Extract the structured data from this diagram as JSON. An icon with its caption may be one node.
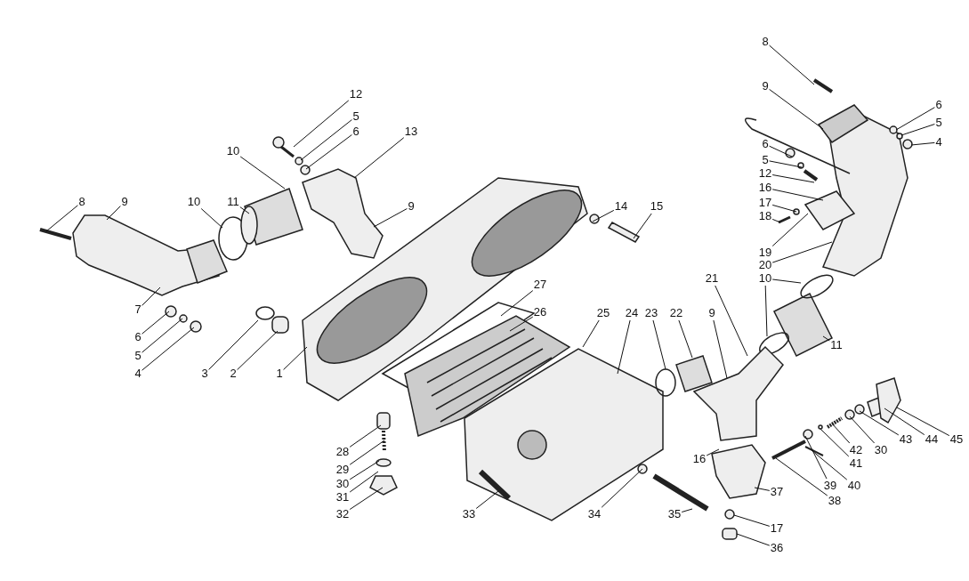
{
  "diagram": {
    "nodes": [
      {
        "text": [
          "12"
        ]
      },
      {
        "text": [
          "5"
        ]
      },
      {
        "text": [
          "6"
        ]
      },
      {
        "text": [
          "13"
        ]
      },
      {
        "text": [
          "10"
        ]
      },
      {
        "text": [
          "8"
        ]
      },
      {
        "text": [
          "9"
        ]
      },
      {
        "text": [
          "10"
        ]
      },
      {
        "text": [
          "11"
        ]
      },
      {
        "text": [
          "9"
        ]
      },
      {
        "text": [
          "7"
        ]
      },
      {
        "text": [
          "6"
        ]
      },
      {
        "text": [
          "5"
        ]
      },
      {
        "text": [
          "4"
        ]
      },
      {
        "text": [
          "3"
        ]
      },
      {
        "text": [
          "2"
        ]
      },
      {
        "text": [
          "1"
        ]
      },
      {
        "text": [
          "8"
        ]
      },
      {
        "text": [
          "9"
        ]
      },
      {
        "text": [
          "6"
        ]
      },
      {
        "text": [
          "5"
        ]
      },
      {
        "text": [
          "4"
        ]
      },
      {
        "text": [
          "6"
        ]
      },
      {
        "text": [
          "5"
        ]
      },
      {
        "text": [
          "12"
        ]
      },
      {
        "text": [
          "16"
        ]
      },
      {
        "text": [
          "17"
        ]
      },
      {
        "text": [
          "18"
        ]
      },
      {
        "text": [
          "14"
        ]
      },
      {
        "text": [
          "15"
        ]
      },
      {
        "text": [
          "19"
        ]
      },
      {
        "text": [
          "20"
        ]
      },
      {
        "text": [
          "10"
        ]
      },
      {
        "text": [
          "21"
        ]
      },
      {
        "text": [
          "27"
        ]
      },
      {
        "text": [
          "26"
        ]
      },
      {
        "text": [
          "25"
        ]
      },
      {
        "text": [
          "24"
        ]
      },
      {
        "text": [
          "23"
        ]
      },
      {
        "text": [
          "22"
        ]
      },
      {
        "text": [
          "9"
        ]
      },
      {
        "text": [
          "11"
        ]
      },
      {
        "text": [
          "28"
        ]
      },
      {
        "text": [
          "29"
        ]
      },
      {
        "text": [
          "30"
        ]
      },
      {
        "text": [
          "31"
        ]
      },
      {
        "text": [
          "32"
        ]
      },
      {
        "text": [
          "33"
        ]
      },
      {
        "text": [
          "34"
        ]
      },
      {
        "text": [
          "35"
        ]
      },
      {
        "text": [
          "16"
        ]
      },
      {
        "text": [
          "37"
        ]
      },
      {
        "text": [
          "17"
        ]
      },
      {
        "text": [
          "36"
        ]
      },
      {
        "text": [
          "38"
        ]
      },
      {
        "text": [
          "39"
        ]
      },
      {
        "text": [
          "40"
        ]
      },
      {
        "text": [
          "41"
        ]
      },
      {
        "text": [
          "42"
        ]
      },
      {
        "text": [
          "30"
        ]
      },
      {
        "text": [
          "43"
        ]
      },
      {
        "text": [
          "44"
        ]
      },
      {
        "text": [
          "45"
        ]
      }
    ],
    "edges": [
      {
        "from": 0,
        "to": null,
        "arrow": "none"
      },
      {
        "from": 1,
        "to": null,
        "arrow": "none"
      },
      {
        "from": 2,
        "to": null,
        "arrow": "none"
      },
      {
        "from": 3,
        "to": null,
        "arrow": "none"
      },
      {
        "from": 4,
        "to": null,
        "arrow": "none"
      },
      {
        "from": 5,
        "to": null,
        "arrow": "none"
      },
      {
        "from": 6,
        "to": null,
        "arrow": "none"
      },
      {
        "from": 7,
        "to": null,
        "arrow": "none"
      },
      {
        "from": 8,
        "to": null,
        "arrow": "none"
      },
      {
        "from": 9,
        "to": null,
        "arrow": "none"
      },
      {
        "from": 10,
        "to": null,
        "arrow": "none"
      },
      {
        "from": 11,
        "to": null,
        "arrow": "none"
      },
      {
        "from": 12,
        "to": null,
        "arrow": "none"
      },
      {
        "from": 13,
        "to": null,
        "arrow": "none"
      },
      {
        "from": 14,
        "to": null,
        "arrow": "none"
      },
      {
        "from": 15,
        "to": null,
        "arrow": "none"
      },
      {
        "from": 16,
        "to": null,
        "arrow": "none"
      },
      {
        "from": 17,
        "to": null,
        "arrow": "none"
      },
      {
        "from": 18,
        "to": null,
        "arrow": "none"
      },
      {
        "from": 19,
        "to": null,
        "arrow": "none"
      },
      {
        "from": 20,
        "to": null,
        "arrow": "none"
      },
      {
        "from": 21,
        "to": null,
        "arrow": "none"
      },
      {
        "from": 22,
        "to": null,
        "arrow": "none"
      },
      {
        "from": 23,
        "to": null,
        "arrow": "none"
      },
      {
        "from": 24,
        "to": null,
        "arrow": "none"
      },
      {
        "from": 25,
        "to": null,
        "arrow": "none"
      },
      {
        "from": 26,
        "to": null,
        "arrow": "none"
      },
      {
        "from": 27,
        "to": null,
        "arrow": "none"
      },
      {
        "from": 28,
        "to": null,
        "arrow": "none"
      },
      {
        "from": 29,
        "to": null,
        "arrow": "none"
      },
      {
        "from": 30,
        "to": null,
        "arrow": "none"
      },
      {
        "from": 31,
        "to": null,
        "arrow": "none"
      },
      {
        "from": 32,
        "to": null,
        "arrow": "none"
      },
      {
        "from": 32,
        "to": null,
        "arrow": "none"
      },
      {
        "from": 33,
        "to": null,
        "arrow": "none"
      },
      {
        "from": 34,
        "to": null,
        "arrow": "none"
      },
      {
        "from": 35,
        "to": null,
        "arrow": "none"
      },
      {
        "from": 36,
        "to": null,
        "arrow": "none"
      },
      {
        "from": 37,
        "to": null,
        "arrow": "none"
      },
      {
        "from": 38,
        "to": null,
        "arrow": "none"
      },
      {
        "from": 39,
        "to": null,
        "arrow": "none"
      },
      {
        "from": 40,
        "to": null,
        "arrow": "none"
      },
      {
        "from": 41,
        "to": null,
        "arrow": "none"
      },
      {
        "from": 42,
        "to": null,
        "arrow": "none"
      },
      {
        "from": 43,
        "to": null,
        "arrow": "none"
      },
      {
        "from": 44,
        "to": null,
        "arrow": "none"
      },
      {
        "from": 45,
        "to": null,
        "arrow": "none"
      },
      {
        "from": 46,
        "to": null,
        "arrow": "none"
      },
      {
        "from": 47,
        "to": null,
        "arrow": "none"
      },
      {
        "from": 48,
        "to": null,
        "arrow": "none"
      },
      {
        "from": 49,
        "to": null,
        "arrow": "none"
      },
      {
        "from": 50,
        "to": null,
        "arrow": "none"
      },
      {
        "from": 51,
        "to": null,
        "arrow": "none"
      },
      {
        "from": 52,
        "to": null,
        "arrow": "none"
      },
      {
        "from": 53,
        "to": null,
        "arrow": "none"
      },
      {
        "from": 54,
        "to": null,
        "arrow": "none"
      },
      {
        "from": 55,
        "to": null,
        "arrow": "none"
      },
      {
        "from": 56,
        "to": null,
        "arrow": "none"
      },
      {
        "from": 57,
        "to": null,
        "arrow": "none"
      },
      {
        "from": 58,
        "to": null,
        "arrow": "none"
      },
      {
        "from": 59,
        "to": null,
        "arrow": "none"
      },
      {
        "from": 60,
        "to": null,
        "arrow": "none"
      },
      {
        "from": 61,
        "to": null,
        "arrow": "none"
      },
      {
        "from": 62,
        "to": null,
        "arrow": "none"
      }
    ]
  }
}
